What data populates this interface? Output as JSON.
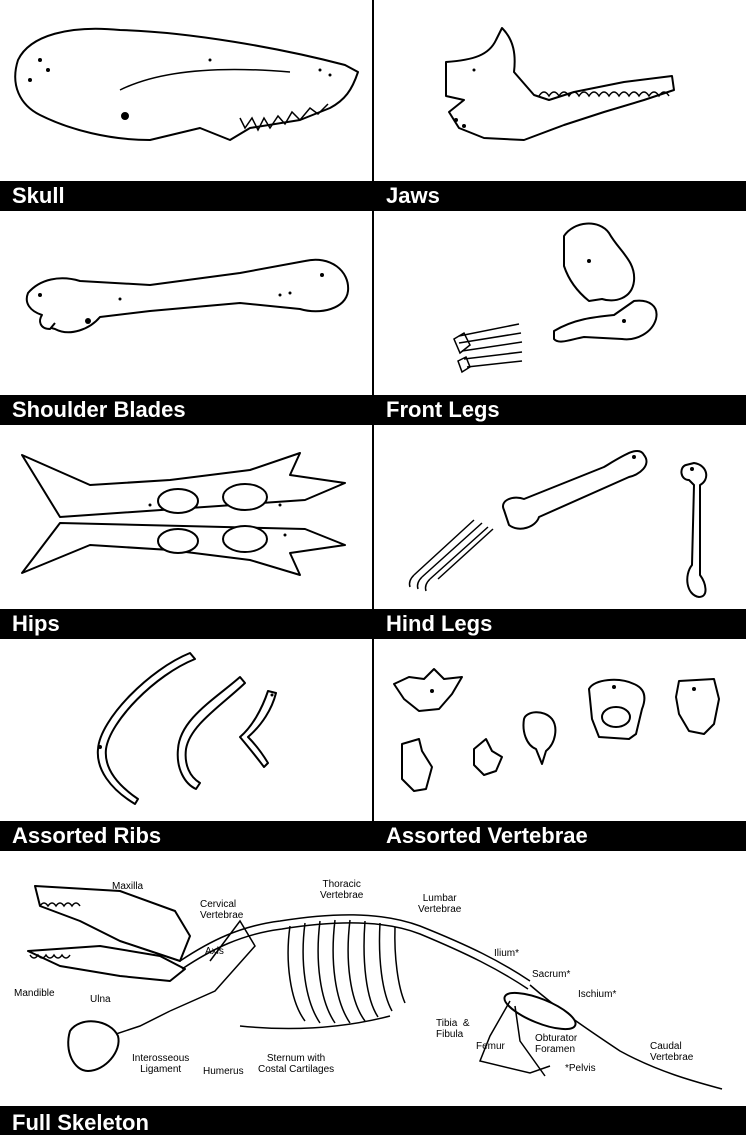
{
  "panels": {
    "skull": "Skull",
    "jaws": "Jaws",
    "shoulder_blades": "Shoulder Blades",
    "front_legs": "Front Legs",
    "hips": "Hips",
    "hind_legs": "Hind Legs",
    "assorted_ribs": "Assorted Ribs",
    "assorted_vertebrae": "Assorted Vertebrae",
    "full_skeleton": "Full Skeleton"
  },
  "skeleton_labels": {
    "maxilla": "Maxilla",
    "cervical_vertebrae": "Cervical\nVertebrae",
    "thoracic_vertebrae": "Thoracic\nVertebrae",
    "lumbar_vertebrae": "Lumbar\nVertebrae",
    "ilium": "Ilium*",
    "sacrum": "Sacrum*",
    "ischium": "Ischium*",
    "axis": "Axis",
    "mandible": "Mandible",
    "ulna": "Ulna",
    "tibia_fibula": "Tibia  &\nFibula",
    "femur": "Femur",
    "obturator_foramen": "Obturator\nForamen",
    "caudal_vertebrae": "Caudal\nVertebrae",
    "interosseous_ligament": "Interosseous\nLigament",
    "humerus": "Humerus",
    "sternum": "Sternum with\nCostal Cartilages",
    "pelvis_note": "*Pelvis"
  }
}
